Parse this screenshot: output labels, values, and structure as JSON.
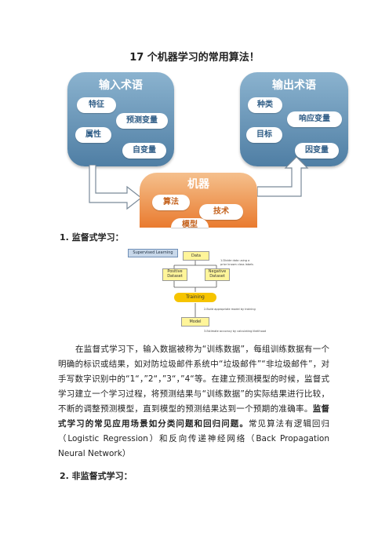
{
  "title": "17 个机器学习的常用算法！",
  "diagram": {
    "input_title": "输入术语",
    "input_terms": [
      "特征",
      "预测变量",
      "属性",
      "自变量"
    ],
    "output_title": "输出术语",
    "output_terms": [
      "种类",
      "响应变量",
      "目标",
      "因变量"
    ],
    "machine_title": "机器",
    "machine_terms": [
      "算法",
      "技术",
      "模型"
    ]
  },
  "section1": {
    "heading": "1. 监督式学习：",
    "flow": {
      "label": "Supervised Learning",
      "data": "Data",
      "positive": "Positive Dataset",
      "negative": "Negative Dataset",
      "training": "Training",
      "model": "Model",
      "note1": "1.Divide data using a prior known class labels",
      "note2": "2.Build appropriate model by training",
      "note3": "3.Estimate accuracy by calculating likelihood"
    },
    "para_parts": [
      "在监督式学习下，输入数据被称为“训练数据”，每组训练数据有一个明确的标识或结果，如对防垃圾邮件系统中“垃圾邮件”“非垃圾邮件”，对手写数字识别中的“1“，”2“，”3“，”4“等。在建立预测模型的时候，监督式学习建立一个学习过程，将预测结果与“训练数据”的实际结果进行比较，不断的调整预测模型，直到模型的预测结果达到一个预期的准确率。",
      "监督式学习的常见应用场景如分类问题和回归问题。",
      "常见算法有逻辑回归（Logistic Regression）和反向传递神经网络（Back Propagation Neural Network）"
    ]
  },
  "section2": {
    "heading": "2. 非监督式学习："
  }
}
